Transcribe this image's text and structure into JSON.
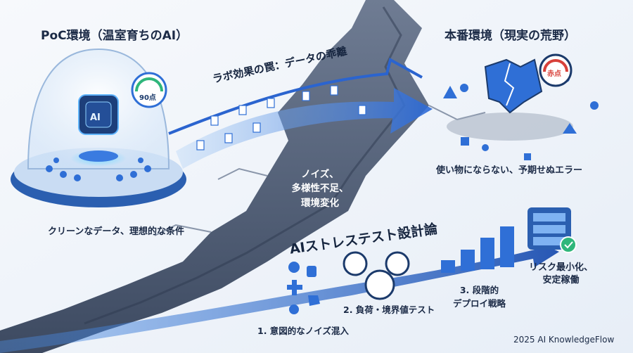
{
  "left_panel": {
    "title": "PoC環境（温室育ちのAI）",
    "chip_label": "AI",
    "gauge_score": "90点",
    "caption": "クリーンなデータ、理想的な条件"
  },
  "right_panel": {
    "title": "本番環境（現実の荒野）",
    "gauge_score": "赤点",
    "caption": "使い物にならない、予期せぬエラー"
  },
  "arrow_banner": "ラボ効果の罠：データの乖離",
  "crack_text": [
    "ノイズ、",
    "多様性不足、",
    "環境変化"
  ],
  "method_title": "AIストレステスト設計論",
  "steps": [
    {
      "label": "1. 意図的なノイズ混入"
    },
    {
      "label": "2. 負荷・境界値テスト"
    },
    {
      "label_line1": "3. 段階的",
      "label_line2": "デプロイ戦略"
    }
  ],
  "outcome": [
    "リスク最小化、",
    "安定稼働"
  ],
  "footer": "2025 AI KnowledgeFlow",
  "colors": {
    "accent": "#2f6fd6",
    "dark_blue": "#1b3a6b",
    "danger": "#d8413a",
    "crack": "#8a96aa"
  }
}
